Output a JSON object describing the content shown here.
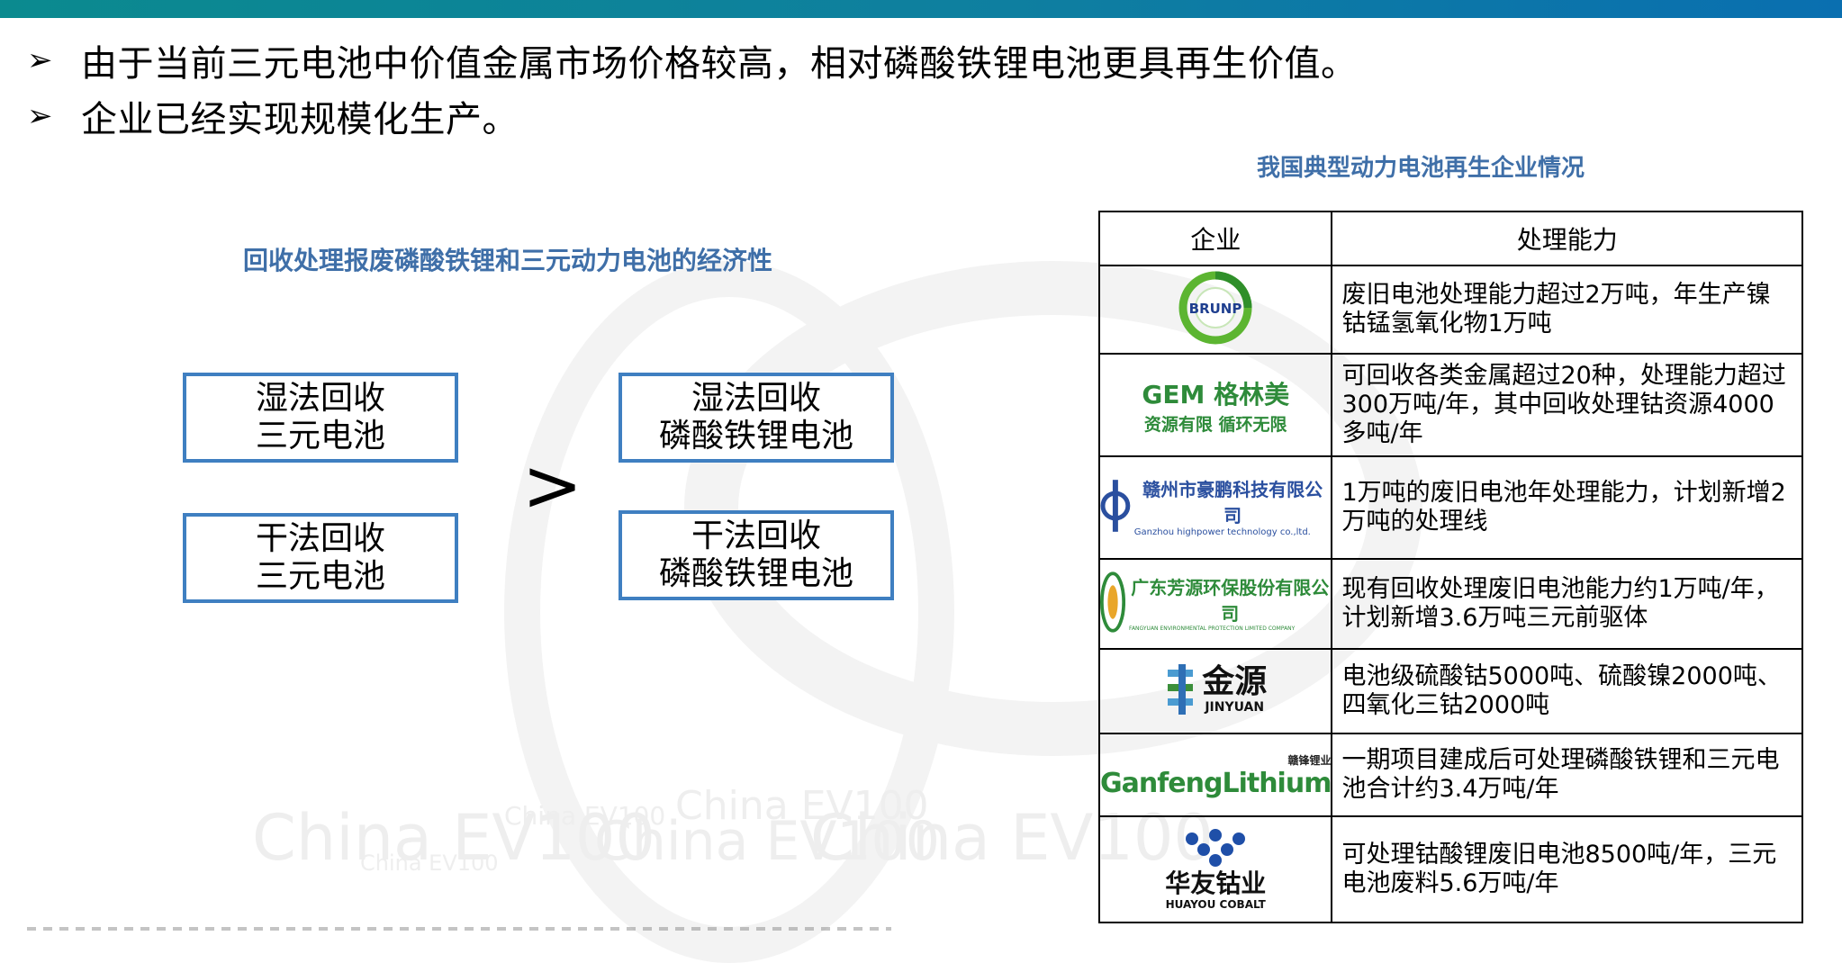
{
  "bullets": [
    "由于当前三元电池中价值金属市场价格较高，相对磷酸铁锂电池更具再生价值。",
    "企业已经实现规模化生产。"
  ],
  "bullet_marker": "➢",
  "left_panel": {
    "title": "回收处理报废磷酸铁锂和三元动力电池的经济性",
    "boxes": [
      {
        "line1": "湿法回收",
        "line2": "三元电池"
      },
      {
        "line1": "干法回收",
        "line2": "三元电池"
      },
      {
        "line1": "湿法回收",
        "line2": "磷酸铁锂电池"
      },
      {
        "line1": "干法回收",
        "line2": "磷酸铁锂电池"
      }
    ],
    "comparison": ">"
  },
  "table": {
    "title": "我国典型动力电池再生企业情况",
    "headers": [
      "企业",
      "处理能力"
    ],
    "rows": [
      {
        "logo_text": "BRUNP",
        "logo_icon": "brunp-logo-icon",
        "desc": "废旧电池处理能力超过2万吨，年生产镍钴锰氢氧化物1万吨"
      },
      {
        "logo_text": "GEM 格林美",
        "logo_sub": "资源有限 循环无限",
        "logo_icon": "gem-logo-icon",
        "desc": "可回收各类金属超过20种，处理能力超过300万吨/年，其中回收处理钴资源4000多吨/年"
      },
      {
        "logo_text": "赣州市豪鹏科技有限公司",
        "logo_sub": "Ganzhou highpower technology co.,ltd.",
        "logo_icon": "highpower-logo-icon",
        "desc": "1万吨的废旧电池年处理能力，计划新增2万吨的处理线"
      },
      {
        "logo_text": "广东芳源环保股份有限公司",
        "logo_sub": "FANGYUAN ENVIRONMENTAL PROTECTION LIMITED COMPANY",
        "logo_icon": "fangyuan-logo-icon",
        "desc": "现有回收处理废旧电池能力约1万吨/年，计划新增3.6万吨三元前驱体"
      },
      {
        "logo_text": "金源",
        "logo_sub": "JINYUAN",
        "logo_icon": "jinyuan-logo-icon",
        "desc": "电池级硫酸钴5000吨、硫酸镍2000吨、四氧化三钴2000吨"
      },
      {
        "logo_text": "GanfengLithium",
        "logo_sub": "赣锋锂业",
        "logo_icon": "ganfeng-logo-icon",
        "desc": "一期项目建成后可处理磷酸铁锂和三元电池合计约3.4万吨/年"
      },
      {
        "logo_text": "华友钴业",
        "logo_sub": "HUAYOU COBALT",
        "logo_icon": "huayou-logo-icon",
        "desc": "可处理钴酸锂废旧电池8500吨/年，三元电池废料5.6万吨/年"
      }
    ]
  },
  "watermark_text": "China EV100",
  "colors": {
    "accent": "#3f6fa8",
    "box_border": "#3f7fc1",
    "top_bar": "#0b8a8f"
  }
}
